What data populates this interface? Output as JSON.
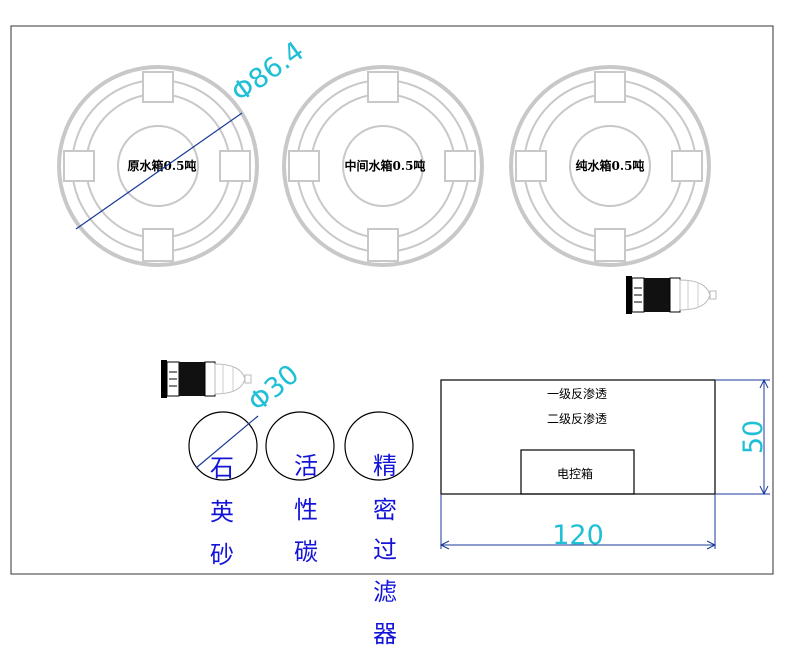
{
  "tanks": [
    {
      "label": "原水箱0.5吨"
    },
    {
      "label": "中间水箱0.5吨"
    },
    {
      "label": "纯水箱0.5吨"
    }
  ],
  "tank_dimension": "Φ86.4",
  "filter_dimension": "Φ30",
  "filters": [
    {
      "chars": [
        "石",
        "英",
        "砂"
      ]
    },
    {
      "chars": [
        "活",
        "性",
        "碳"
      ]
    },
    {
      "chars": [
        "精",
        "密",
        "过",
        "滤",
        "器"
      ]
    }
  ],
  "ro_unit": {
    "line1": "一级反渗透",
    "line2": "二级反渗透",
    "control_box": "电控箱",
    "width_dimension": "120",
    "height_dimension": "50"
  },
  "colors": {
    "tank_gray": "#c8c8c8",
    "dimension_cyan": "#1fbfd6",
    "dimension_line": "#1a3a9a",
    "label_blue": "#1414d8"
  }
}
